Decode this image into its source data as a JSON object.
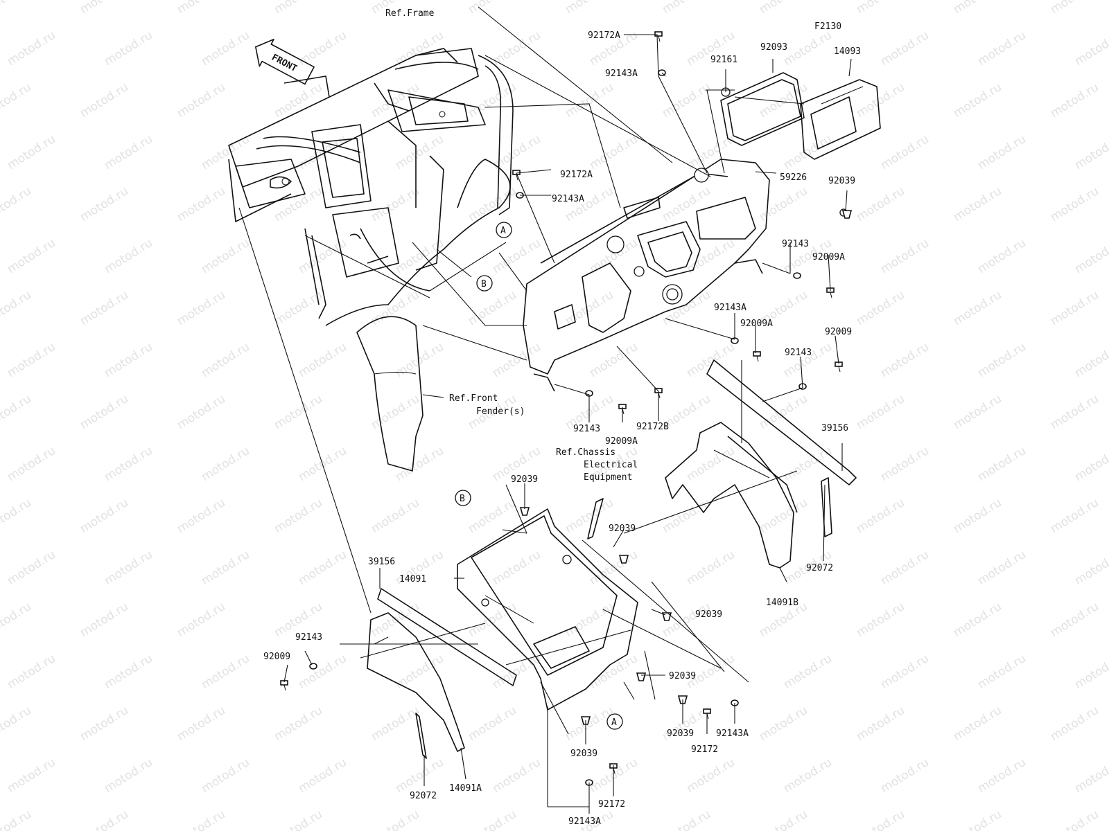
{
  "diagram_id": "F2130",
  "front_arrow": "FRONT",
  "watermark": "motod.ru",
  "callouts": {
    "a": "A",
    "b": "B"
  },
  "refs": {
    "frame": "Ref.Frame",
    "front_fender_1": "Ref.Front",
    "front_fender_2": "Fender(s)",
    "chassis_1": "Ref.Chassis",
    "chassis_2": "Electrical",
    "chassis_3": "Equipment"
  },
  "parts": {
    "p92172A_top": "92172A",
    "p92143A_top": "92143A",
    "p92172A_mid": "92172A",
    "p92143A_mid": "92143A",
    "p92161": "92161",
    "p92093": "92093",
    "p14093": "14093",
    "p92039_r": "92039",
    "p59226": "59226",
    "p92143_r": "92143",
    "p92009A_r": "92009A",
    "p92143A_c": "92143A",
    "p92009A_c": "92009A",
    "p92009_r": "92009",
    "p92143_r2": "92143",
    "p92143_l": "92143",
    "p92009A_l": "92009A",
    "p92172B": "92172B",
    "p39156_r": "39156",
    "p92039_b1": "92039",
    "p92039_b2": "92039",
    "p39156_l": "39156",
    "p14091": "14091",
    "p92072_r": "92072",
    "p14091B": "14091B",
    "p92039_b3": "92039",
    "p92143_bl": "92143",
    "p92009_bl": "92009",
    "p92039_b4": "92039",
    "p92039_b5": "92039",
    "p92143A_b": "92143A",
    "p92172_b": "92172",
    "p92039_b6": "92039",
    "p92072_l": "92072",
    "p14091A": "14091A",
    "p92172_b2": "92172",
    "p92143A_b2": "92143A"
  }
}
